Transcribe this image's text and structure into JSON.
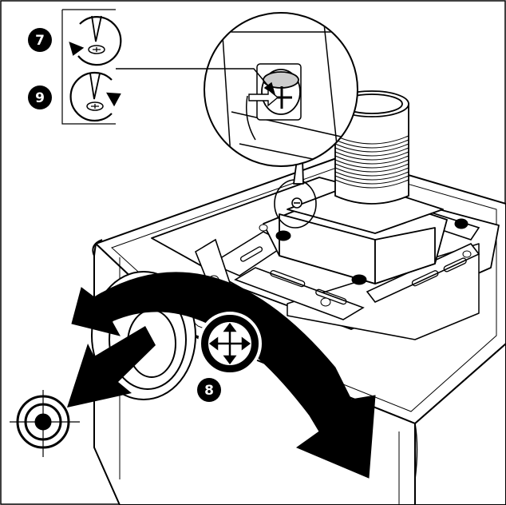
{
  "steps": {
    "step7": "7",
    "step8": "8",
    "step9": "9"
  },
  "icons": {
    "rotate_ccw": "loosen-screw-counterclockwise-icon",
    "rotate_cw": "tighten-screw-clockwise-icon",
    "move": "four-way-move-icon",
    "target": "target-crosshair-icon"
  },
  "colors": {
    "line": "#000000",
    "fill": "#ffffff",
    "badge": "#000000"
  }
}
